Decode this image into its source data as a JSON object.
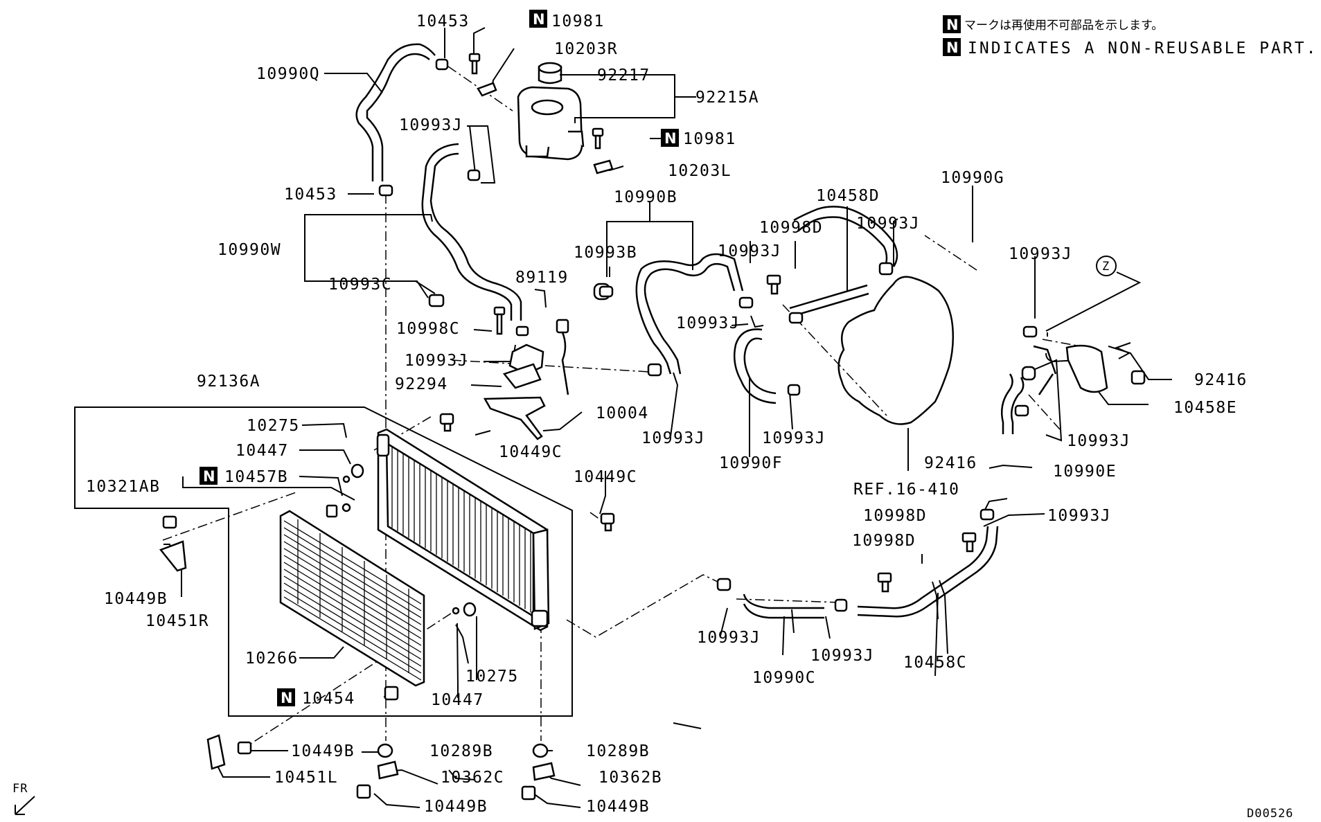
{
  "legend": {
    "badge": "N",
    "jp": "マークは再使用不可部品を示します。",
    "en": "INDICATES A NON-REUSABLE PART."
  },
  "drawing_id": "D00526",
  "direction_label": "FR",
  "callouts": {
    "p10453_top": "10453",
    "p10981_top": "10981",
    "p10203R": "10203R",
    "p10990Q": "10990Q",
    "p92217": "92217",
    "p92215A": "92215A",
    "p10993J_res": "10993J",
    "p10981_mid": "10981",
    "p10203L": "10203L",
    "p10453_mid": "10453",
    "p10990B": "10990B",
    "p10458D": "10458D",
    "p10990G": "10990G",
    "p10990W": "10990W",
    "p10993B": "10993B",
    "p10998D_a": "10998D",
    "p10993J_a": "10993J",
    "p10993J_b": "10993J",
    "p10993J_c": "10993J",
    "p10993C": "10993C",
    "p89119": "89119",
    "p10998C": "10998C",
    "p10993J_d": "10993J",
    "p10993J_e": "10993J",
    "p92136A": "92136A",
    "p92294": "92294",
    "p92416_a": "92416",
    "p10458E": "10458E",
    "p10004": "10004",
    "p10275_a": "10275",
    "p10447_a": "10447",
    "p10449C_a": "10449C",
    "p10993J_f": "10993J",
    "p10993J_g": "10993J",
    "p10993J_h": "10993J",
    "p10321AB": "10321AB",
    "p10457B": "10457B",
    "p10990F": "10990F",
    "p92416_b": "92416",
    "p10449C_b": "10449C",
    "p10990E": "10990E",
    "p REF": "REF.16-410",
    "p10998D_b": "10998D",
    "p10993J_i": "10993J",
    "p10998D_c": "10998D",
    "p10449B_a": "10449B",
    "p10451R": "10451R",
    "p10993J_j": "10993J",
    "p10993J_k": "10993J",
    "p10458C": "10458C",
    "p10266": "10266",
    "p10275_b": "10275",
    "p10990C": "10990C",
    "p10454": "10454",
    "p10447_b": "10447",
    "p10449B_b": "10449B",
    "p10289B_a": "10289B",
    "p10289B_b": "10289B",
    "p10362C": "10362C",
    "p10362B": "10362B",
    "p10451L": "10451L",
    "p10449B_c": "10449B",
    "p10449B_d": "10449B",
    "zone_Z": "Z"
  }
}
